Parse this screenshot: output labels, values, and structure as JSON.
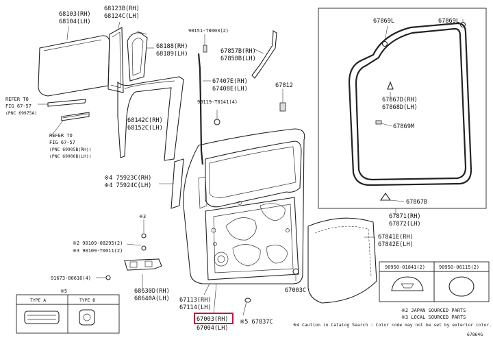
{
  "labels": {
    "p68103": "68103(RH)",
    "p68104": "68104(LH)",
    "p68123b": "68123B(RH)",
    "p68124c": "68124C(LH)",
    "p90151": "90151-T0003(2)",
    "p68188": "68188(RH)",
    "p68189": "68189(LH)",
    "p67857b": "67857B(RH)",
    "p67858b": "67858B(LH)",
    "p67407e": "67407E(RH)",
    "p67408e": "67408E(LH)",
    "p67812": "67812",
    "refer1a": "REFER TO",
    "refer1b": "FIG 67-57",
    "refer1c": "(PNC 69975A)",
    "p90119": "90119-T0141(4)",
    "refer2a": "REFER TO",
    "refer2b": "FIG 67-57",
    "refer2c": "(PNC 69905B(RH))",
    "refer2d": "(PNC 69906B(LH))",
    "p68142c": "68142C(RH)",
    "p68152c": "68152C(LH)",
    "p75923c": "※4 75923C(RH)",
    "p75924c": "※4 75924C(LH)",
    "p67869l_a": "67869L",
    "p67869l_b": "67869L",
    "p67867d": "67867D(RH)",
    "p67868d": "67868D(LH)",
    "p67869m": "67869M",
    "p67867b": "67867B",
    "p67871": "67871(RH)",
    "p67872": "67872(LH)",
    "p67841e": "67841E(RH)",
    "p67842e": "67842E(LH)",
    "note3a": "※3",
    "p90109a": "※2 90109-08295(2)",
    "p90109b": "※3 90109-T0011(2)",
    "p91673": "91673-80616(4)",
    "p68630d": "68630D(RH)",
    "p68640a": "68640A(LH)",
    "p67113": "67113(RH)",
    "p67114": "67114(LH)",
    "p67003c": "67003C",
    "p67003": "67003(RH)",
    "p67004": "67004(LH)",
    "p67837c": "※5 67837C",
    "p90950a": "90950-01841(2)",
    "p90950b": "90950-06115(2)",
    "note5": "※5",
    "type_a": "TYPE A",
    "type_b": "TYPE B",
    "note2": "※2 JAPAN SOURCED PARTS",
    "note3": "※3 LOCAL SOURCED PARTS",
    "note4": "※4 Caution in Catalog Search : Color code may not be set by exterior color.",
    "figcode": "67864G"
  }
}
